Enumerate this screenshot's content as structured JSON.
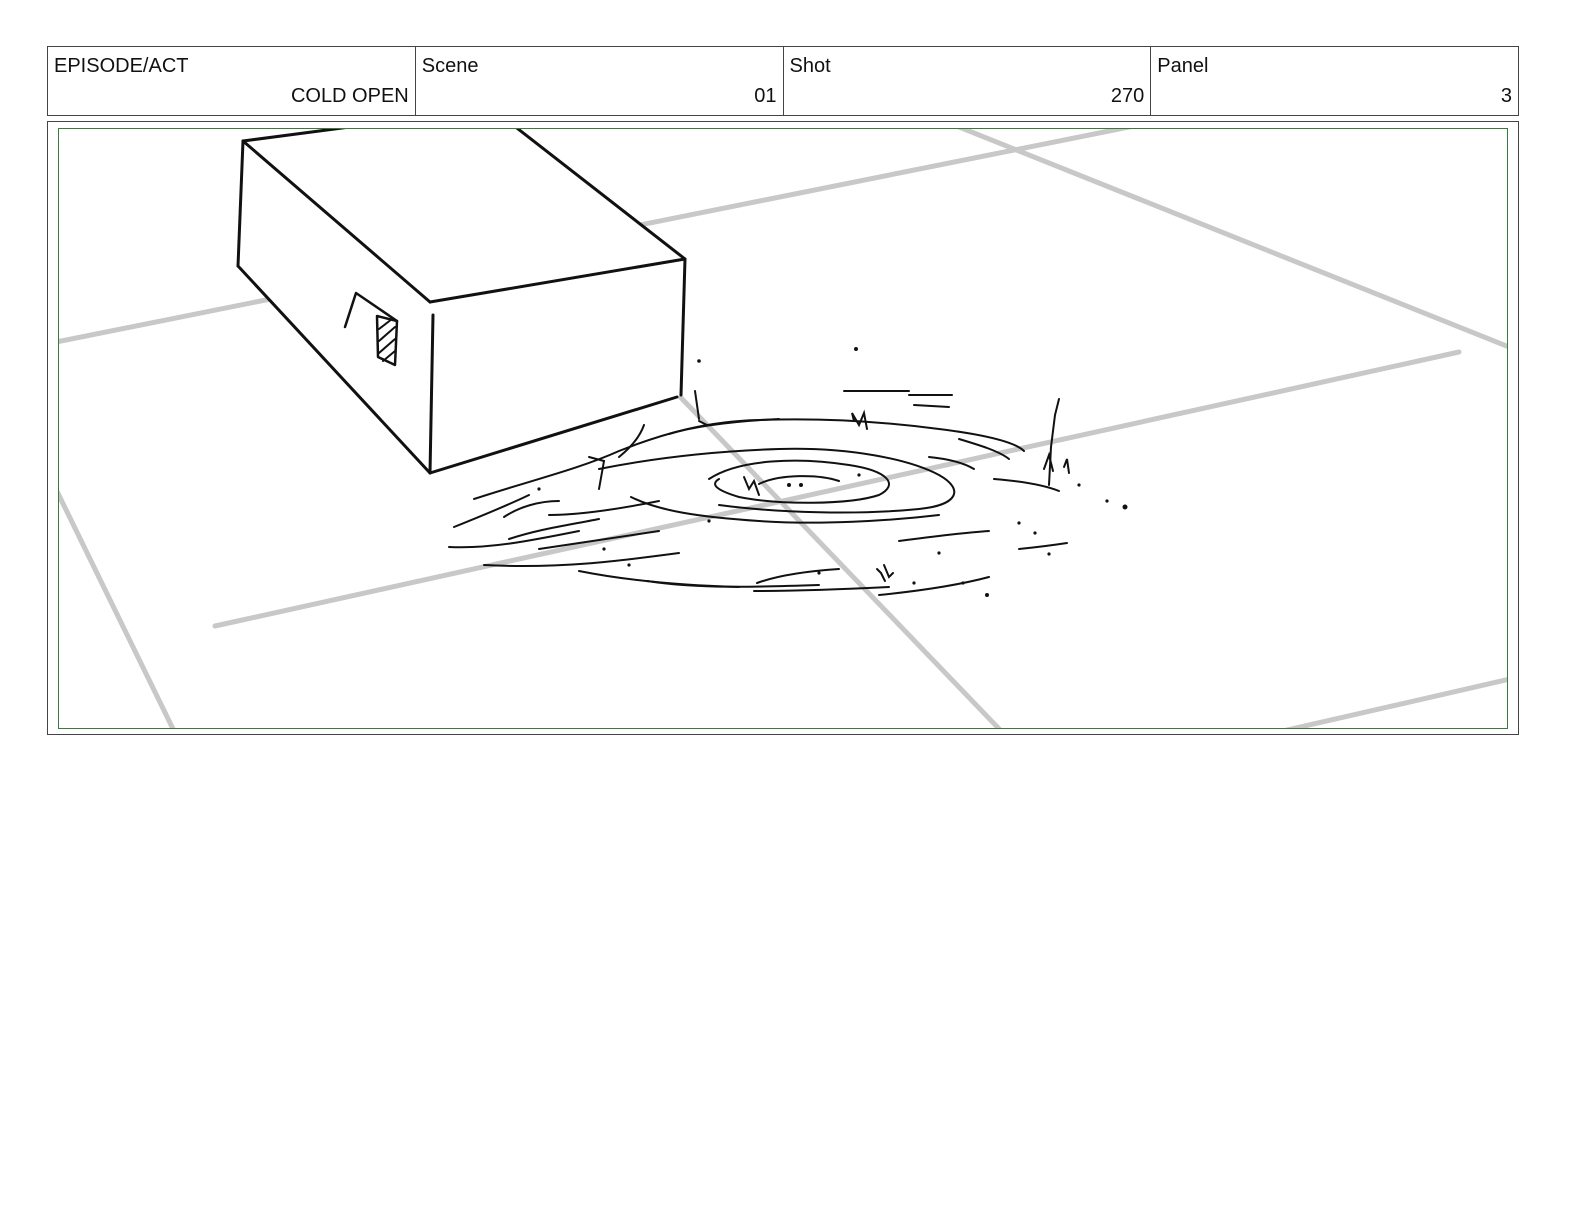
{
  "header": {
    "episode": {
      "label": "EPISODE/ACT",
      "value": "COLD OPEN"
    },
    "scene": {
      "label": "Scene",
      "value": "01"
    },
    "shot": {
      "label": "Shot",
      "value": "270"
    },
    "panel": {
      "label": "Panel",
      "value": "3"
    }
  },
  "artwork": {
    "subject": "box-and-puddle-sketch",
    "colors": {
      "frame": "#444444",
      "safe_area": "#3b7a3b",
      "floor_lines": "#c8c8c8",
      "ink": "#111111"
    }
  }
}
